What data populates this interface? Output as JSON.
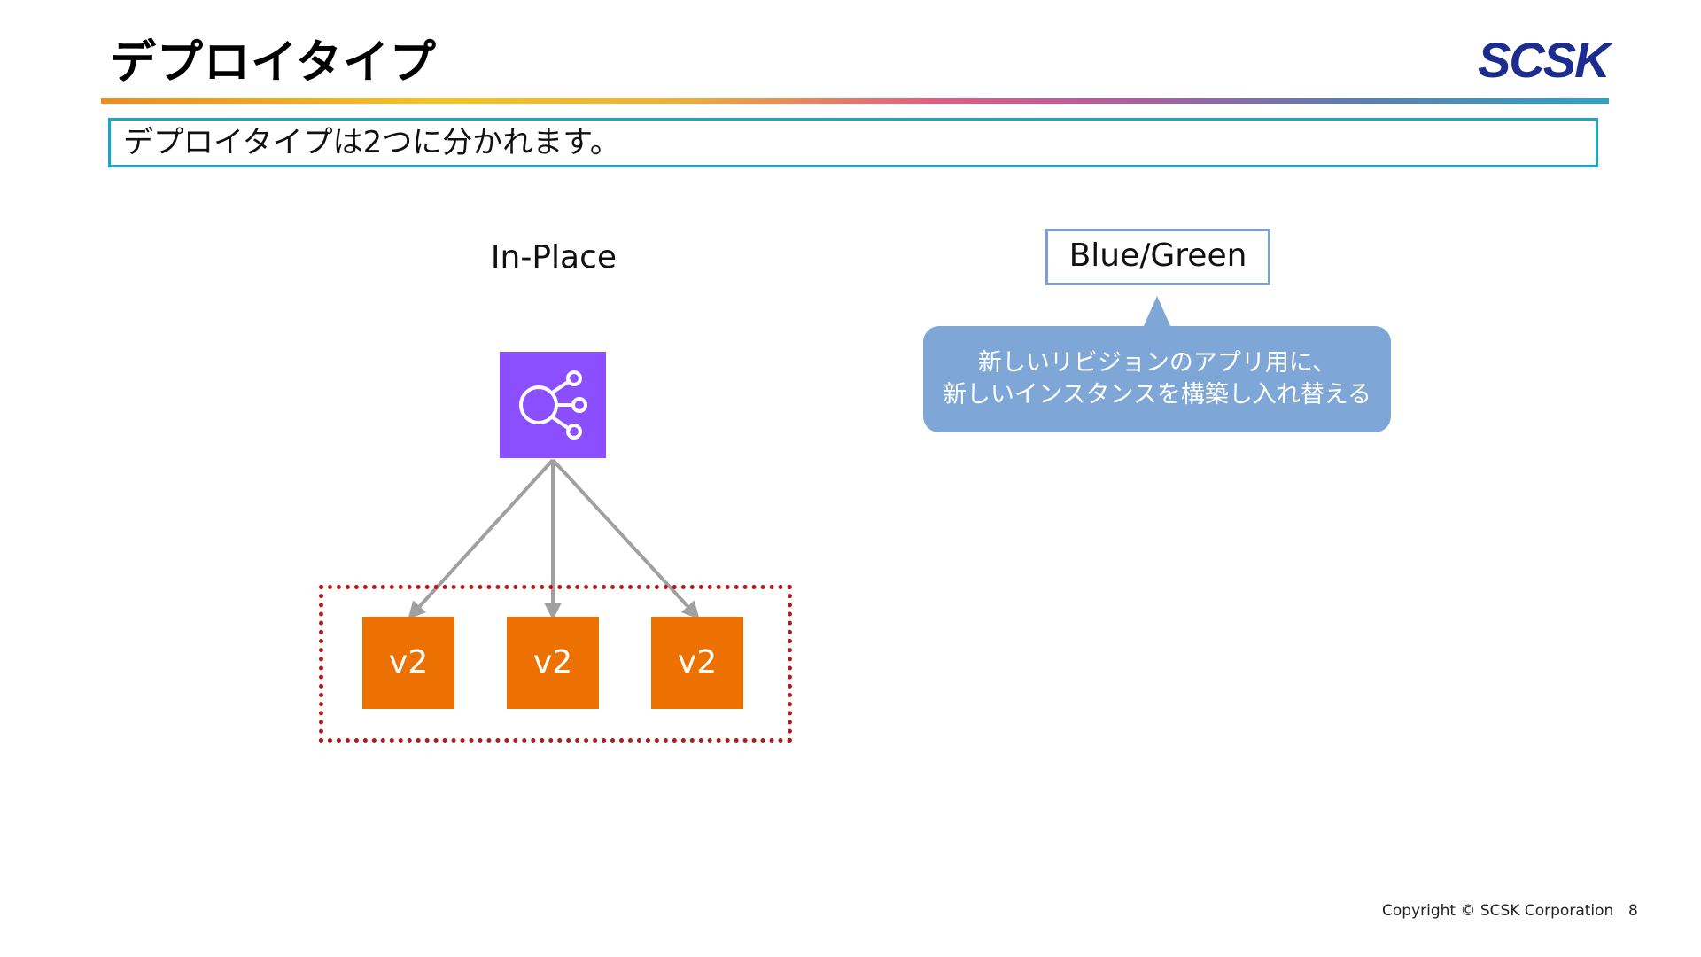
{
  "slide": {
    "title": "デプロイタイプ",
    "logo_text": "SCSK",
    "lead_text": "デプロイタイプは2つに分かれます。"
  },
  "in_place": {
    "label": "In-Place",
    "icon": "load-balancer-icon",
    "instances": [
      {
        "label": "v2"
      },
      {
        "label": "v2"
      },
      {
        "label": "v2"
      }
    ]
  },
  "blue_green": {
    "label": "Blue/Green",
    "callout_line1": "新しいリビジョンのアプリ用に、",
    "callout_line2": "新しいインスタンスを構築し入れ替える"
  },
  "footer": {
    "copyright": "Copyright © SCSK Corporation",
    "page_number": "8"
  },
  "colors": {
    "title_rule_start": "#f08a1c",
    "title_rule_end": "#2aa5c8",
    "lead_border": "#1aa7c7",
    "icon_bg": "#8c4fff",
    "instance_bg": "#ed7100",
    "group_border": "#b31b1b",
    "callout_bg": "#7ea6d6",
    "arrow": "#a0a0a0",
    "logo": "#1d2c8f"
  }
}
